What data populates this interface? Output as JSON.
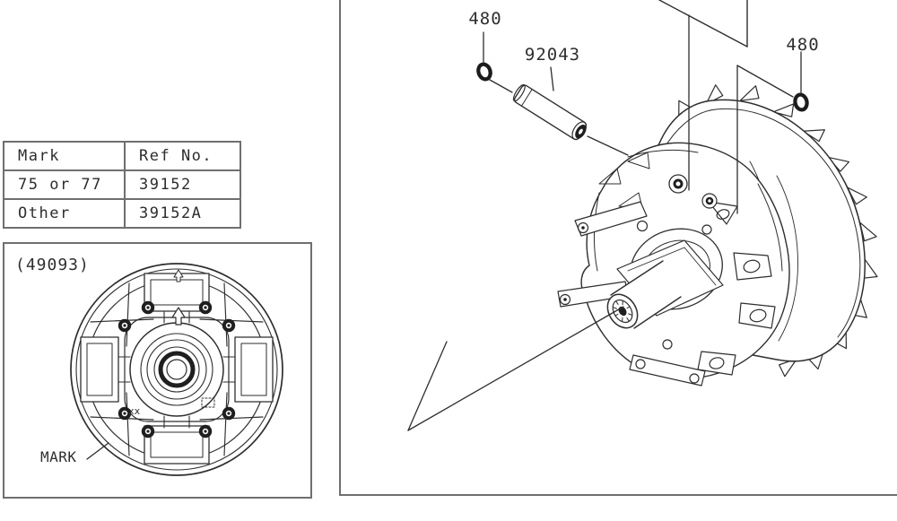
{
  "colors": {
    "line": "#2e2e2e",
    "border": "#6f6f6f",
    "text": "#2d2d2d",
    "background": "#ffffff"
  },
  "ref_table": {
    "columns": [
      "Mark",
      "Ref No."
    ],
    "rows": [
      [
        "75 or 77",
        "39152"
      ],
      [
        "Other",
        "39152A"
      ]
    ]
  },
  "detail_view": {
    "part_ref": "(49093)",
    "callout": "MARK",
    "face_marking": "xx"
  },
  "exploded_view": {
    "labels": {
      "oring_left": "480",
      "pin": "92043",
      "oring_right": "480"
    }
  }
}
